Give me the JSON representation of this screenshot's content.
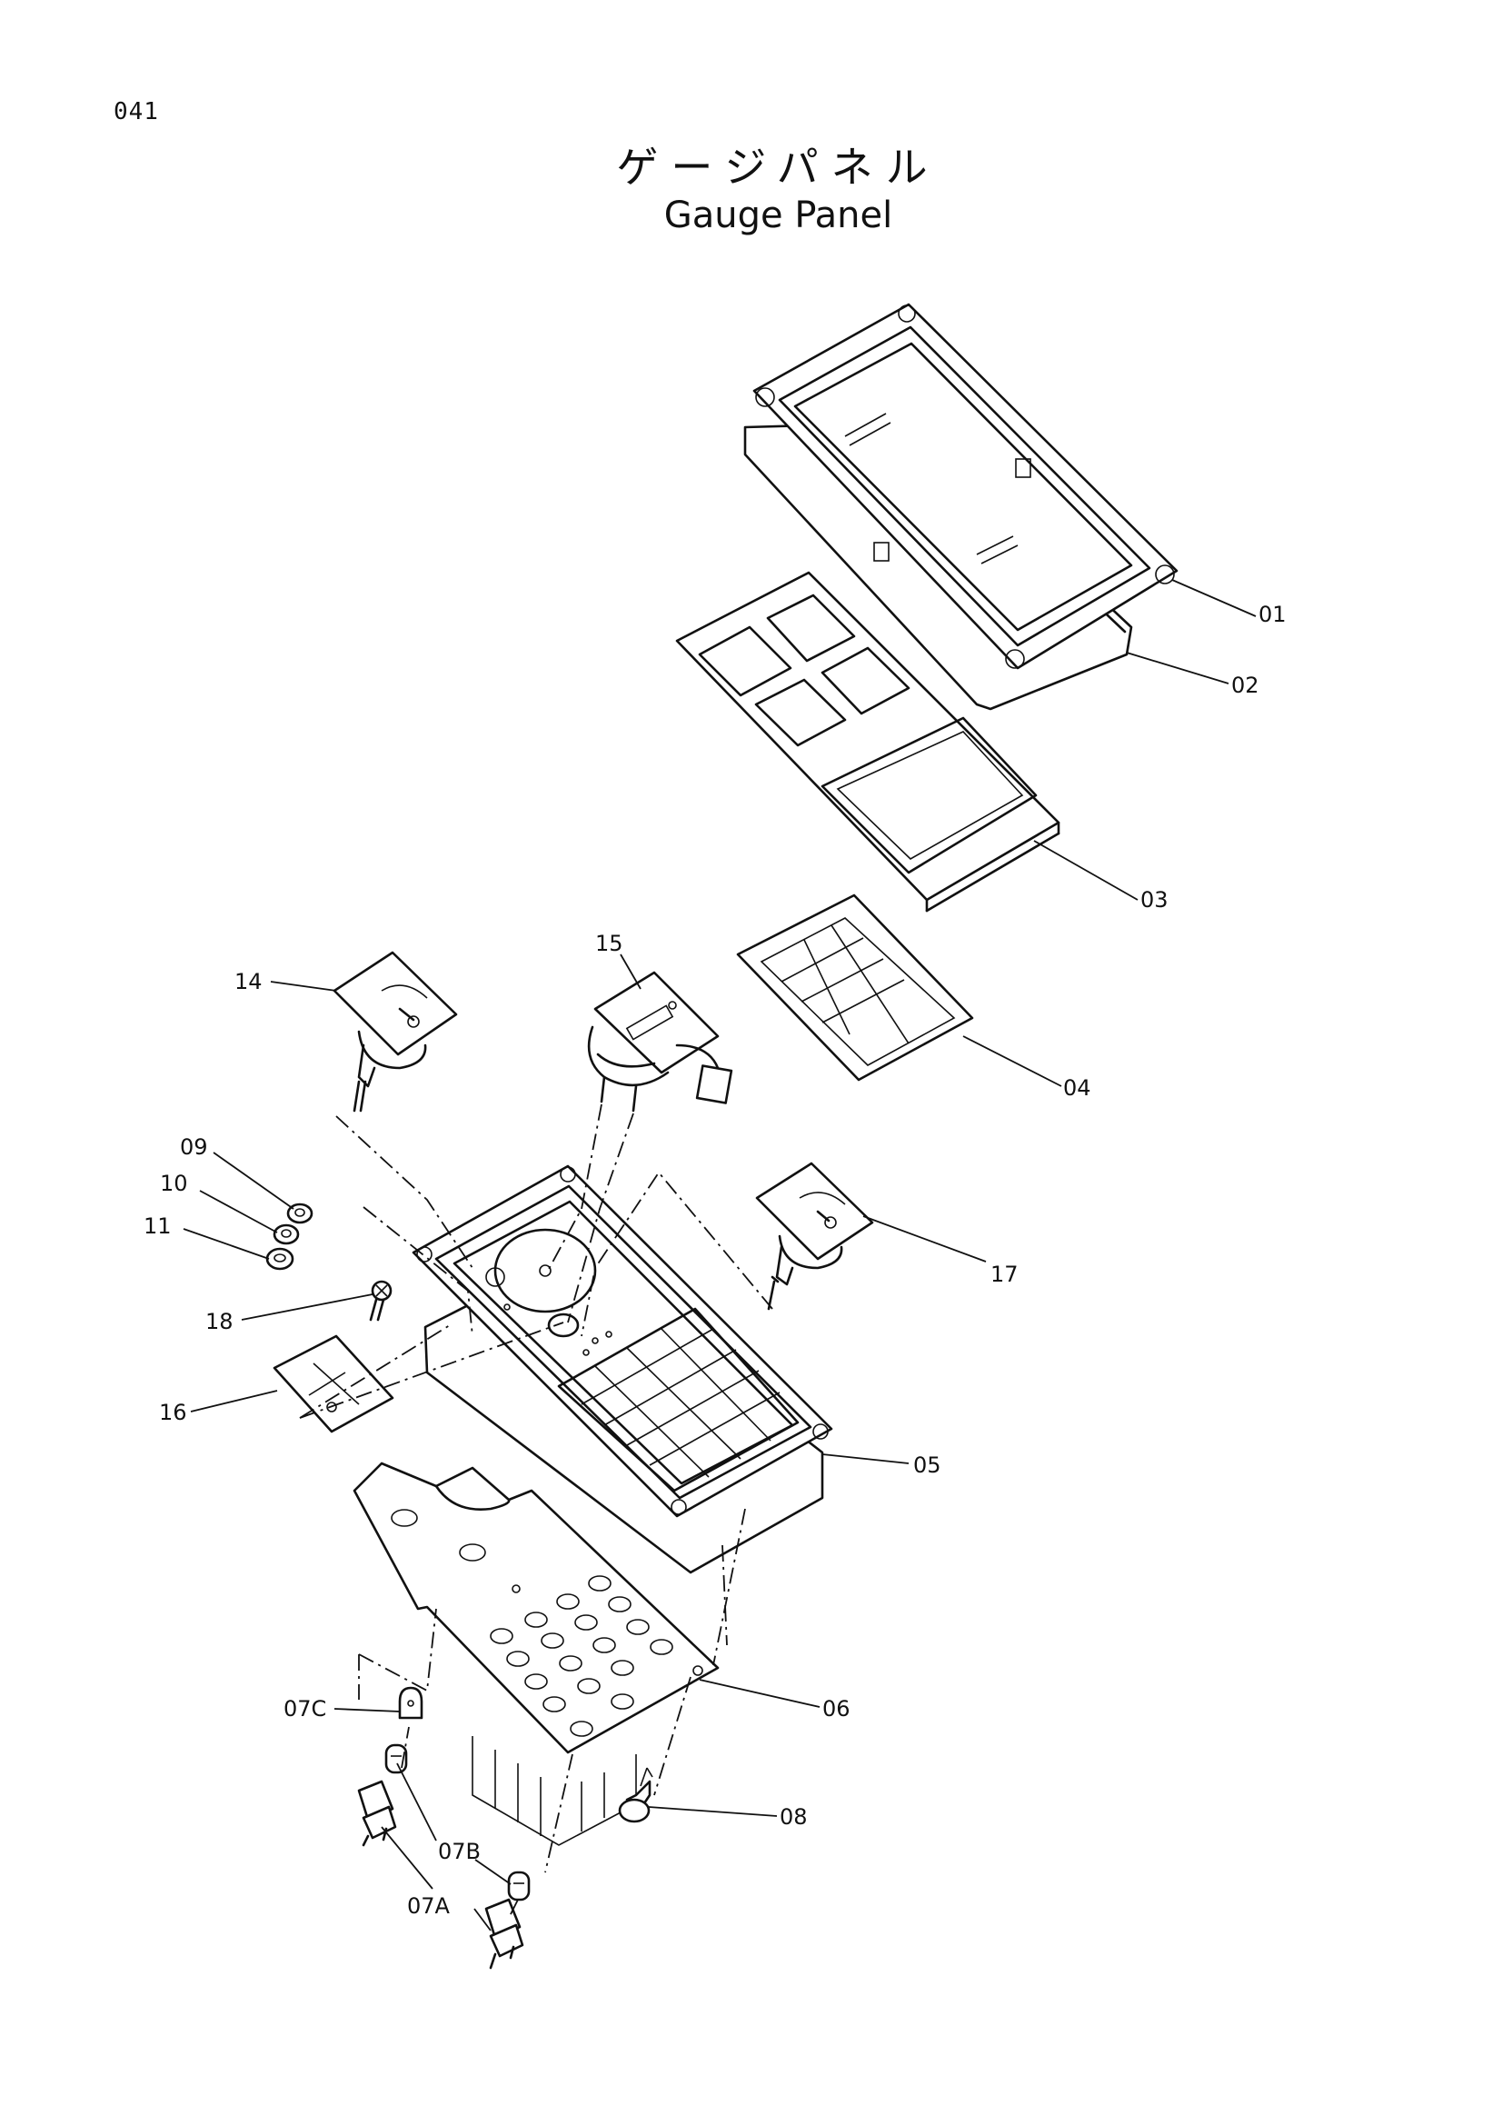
{
  "page_number": "041",
  "title_ja": "ゲージパネル",
  "title_en": "Gauge Panel",
  "parts": [
    {
      "id": "01"
    },
    {
      "id": "02"
    },
    {
      "id": "03"
    },
    {
      "id": "04"
    },
    {
      "id": "05"
    },
    {
      "id": "06"
    },
    {
      "id": "07A"
    },
    {
      "id": "07B"
    },
    {
      "id": "07C"
    },
    {
      "id": "08"
    },
    {
      "id": "09"
    },
    {
      "id": "10"
    },
    {
      "id": "11"
    },
    {
      "id": "14"
    },
    {
      "id": "15"
    },
    {
      "id": "16"
    },
    {
      "id": "17"
    },
    {
      "id": "18"
    }
  ]
}
